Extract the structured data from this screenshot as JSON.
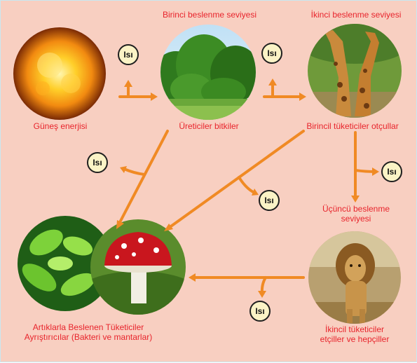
{
  "labels": {
    "level1": "Birinci beslenme seviyesi",
    "level2": "İkinci beslenme seviyesi",
    "sun": "Güneş enerjisi",
    "producers": "Üreticiler bitkiler",
    "primary": "Birincil tüketiciler otçullar",
    "level3": "Üçüncü beslenme seviyesi",
    "decomposers": "Artıklarla Beslenen Tüketiciler Ayrıştırıcılar (Bakteri ve mantarlar)",
    "secondary": "İkincil tüketiciler etçiller ve hepçiller"
  },
  "heat_label": "Isı",
  "colors": {
    "background": "#f8cfc1",
    "label_text": "#e8242c",
    "arrow": "#f08a24",
    "heat_fill": "#fbf3c6"
  }
}
